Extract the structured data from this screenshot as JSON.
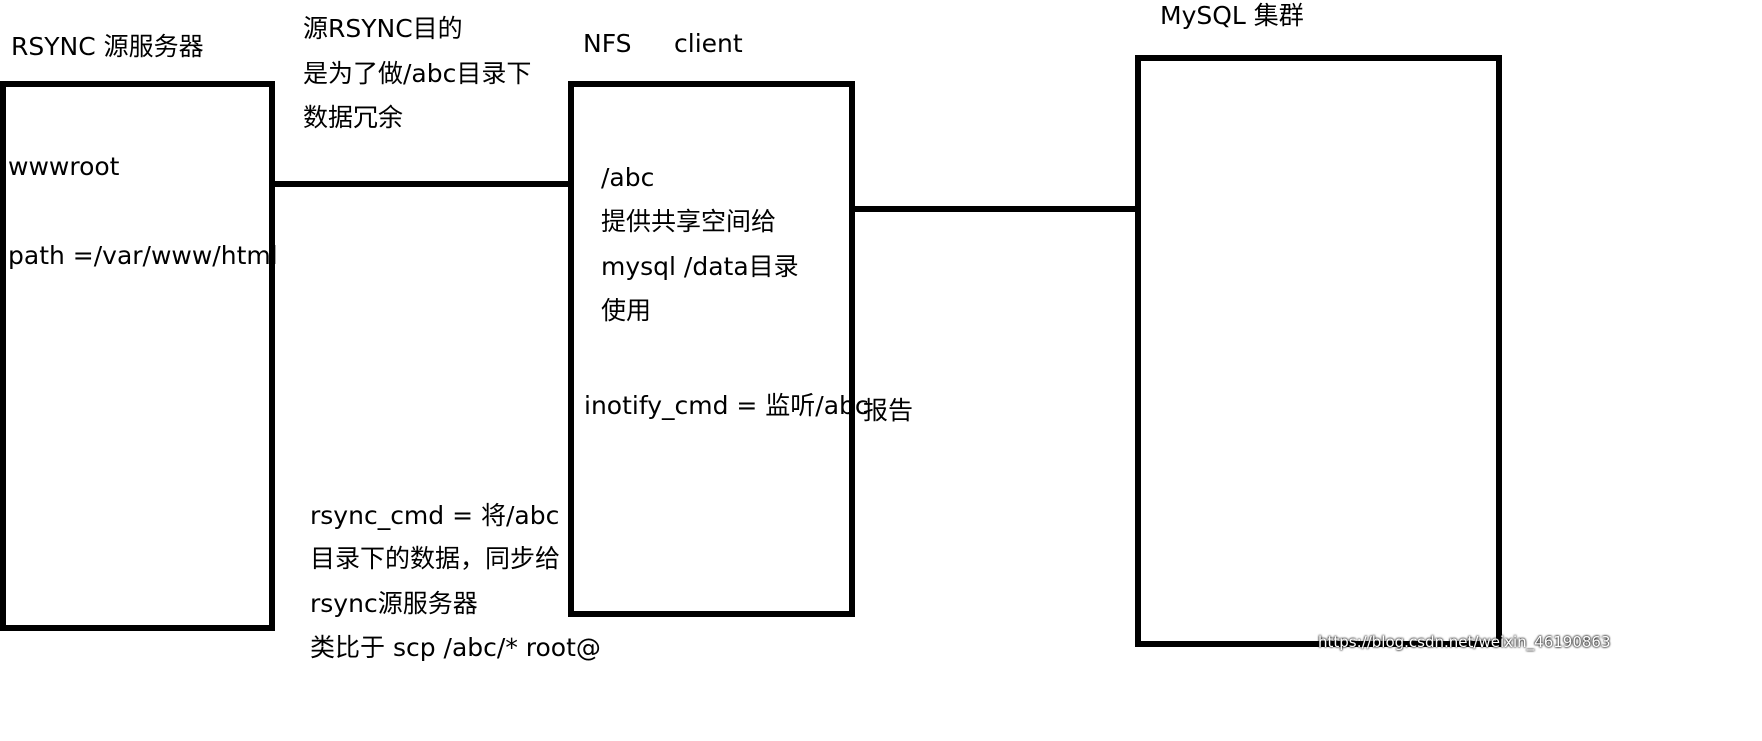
{
  "rsync_server": {
    "title": "RSYNC 源服务器",
    "module": "wwwroot",
    "path": "path =/var/www/html"
  },
  "purpose": {
    "lines": [
      "源RSYNC目的",
      "是为了做/abc目录下",
      "数据冗余"
    ]
  },
  "nfs": {
    "title": "NFS",
    "client_label": "client",
    "lines": [
      "/abc",
      "提供共享空间给",
      "mysql /data目录",
      "使用"
    ],
    "inotify": "inotify_cmd = 监听/abc"
  },
  "report_label": "报告",
  "rsync_cmd": {
    "lines": [
      "rsync_cmd = 将/abc",
      "目录下的数据，同步给",
      "rsync源服务器",
      "类比于 scp /abc/* root@"
    ]
  },
  "mysql": {
    "title": "MySQL 集群"
  },
  "watermark": "https://blog.csdn.net/weixin_46190863"
}
